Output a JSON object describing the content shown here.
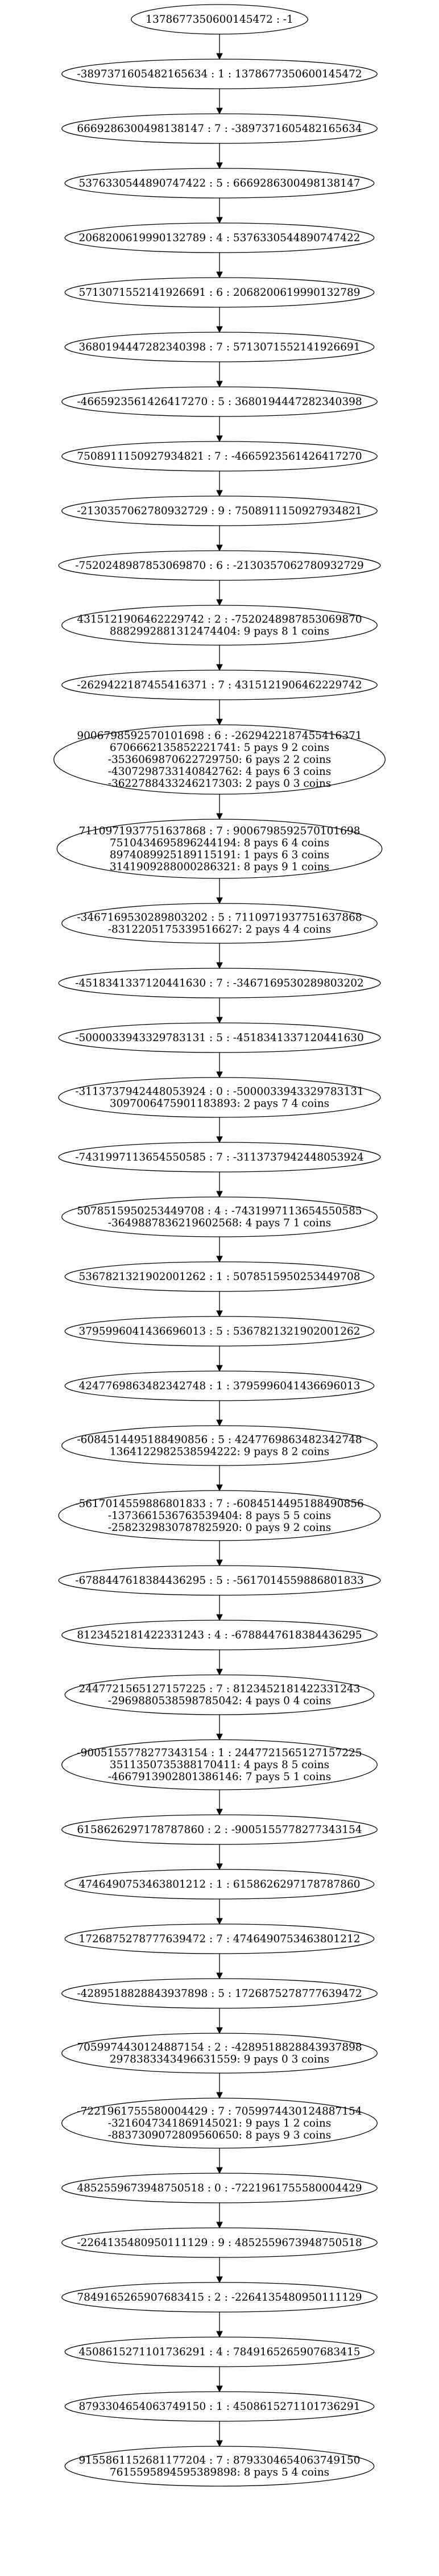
{
  "diagram": {
    "nodes": [
      {
        "lines": [
          "1378677350600145472 : -1"
        ]
      },
      {
        "lines": [
          "-3897371605482165634 : 1 : 1378677350600145472"
        ]
      },
      {
        "lines": [
          "6669286300498138147 : 7 : -3897371605482165634"
        ]
      },
      {
        "lines": [
          "5376330544890747422 : 5 : 6669286300498138147"
        ]
      },
      {
        "lines": [
          "2068200619990132789 : 4 : 5376330544890747422"
        ]
      },
      {
        "lines": [
          "5713071552141926691 : 6 : 2068200619990132789"
        ]
      },
      {
        "lines": [
          "3680194447282340398 : 7 : 5713071552141926691"
        ]
      },
      {
        "lines": [
          "-4665923561426417270 : 5 : 3680194447282340398"
        ]
      },
      {
        "lines": [
          "7508911150927934821 : 7 : -4665923561426417270"
        ]
      },
      {
        "lines": [
          "-2130357062780932729 : 9 : 7508911150927934821"
        ]
      },
      {
        "lines": [
          "-7520248987853069870 : 6 : -2130357062780932729"
        ]
      },
      {
        "lines": [
          "4315121906462229742 : 2 : -7520248987853069870",
          "8882992881312474404: 9 pays 8 1 coins"
        ]
      },
      {
        "lines": [
          "-2629422187455416371 : 7 : 4315121906462229742"
        ]
      },
      {
        "lines": [
          "9006798592570101698 : 6 : -2629422187455416371",
          "6706662135852221741: 5 pays 9 2 coins",
          "-3536069870622729750: 6 pays 2 2 coins",
          "-4307298733140842762: 4 pays 6 3 coins",
          "-3622788433246217303: 2 pays 0 3 coins"
        ]
      },
      {
        "lines": [
          "7110971937751637868 : 7 : 9006798592570101698",
          "7510434695896244194: 8 pays 6 4 coins",
          "8974089925189115191: 1 pays 6 3 coins",
          "3141909288000286321: 8 pays 9 1 coins"
        ]
      },
      {
        "lines": [
          "-3467169530289803202 : 5 : 7110971937751637868",
          "-8312205175339516627: 2 pays 4 4 coins"
        ]
      },
      {
        "lines": [
          "-4518341337120441630 : 7 : -3467169530289803202"
        ]
      },
      {
        "lines": [
          "-5000033943329783131 : 5 : -4518341337120441630"
        ]
      },
      {
        "lines": [
          "-3113737942448053924 : 0 : -5000033943329783131",
          "3097006475901183893: 2 pays 7 4 coins"
        ]
      },
      {
        "lines": [
          "-7431997113654550585 : 7 : -3113737942448053924"
        ]
      },
      {
        "lines": [
          "5078515950253449708 : 4 : -7431997113654550585",
          "-3649887836219602568: 4 pays 7 1 coins"
        ]
      },
      {
        "lines": [
          "5367821321902001262 : 1 : 5078515950253449708"
        ]
      },
      {
        "lines": [
          "3795996041436696013 : 5 : 5367821321902001262"
        ]
      },
      {
        "lines": [
          "4247769863482342748 : 1 : 3795996041436696013"
        ]
      },
      {
        "lines": [
          "-6084514495188490856 : 5 : 4247769863482342748",
          "1364122982538594222: 9 pays 8 2 coins"
        ]
      },
      {
        "lines": [
          "-5617014559886801833 : 7 : -6084514495188490856",
          "-1373661536763539404: 8 pays 5 5 coins",
          "-2582329830787825920: 0 pays 9 2 coins"
        ]
      },
      {
        "lines": [
          "-6788447618384436295 : 5 : -5617014559886801833"
        ]
      },
      {
        "lines": [
          "8123452181422331243 : 4 : -6788447618384436295"
        ]
      },
      {
        "lines": [
          "2447721565127157225 : 7 : 8123452181422331243",
          "-2969880538598785042: 4 pays 0 4 coins"
        ]
      },
      {
        "lines": [
          "-9005155778277343154 : 1 : 2447721565127157225",
          "3511350735388170411: 4 pays 8 5 coins",
          "-4667913902801386146: 7 pays 5 1 coins"
        ]
      },
      {
        "lines": [
          "6158626297178787860 : 2 : -9005155778277343154"
        ]
      },
      {
        "lines": [
          "4746490753463801212 : 1 : 6158626297178787860"
        ]
      },
      {
        "lines": [
          "1726875278777639472 : 7 : 4746490753463801212"
        ]
      },
      {
        "lines": [
          "-4289518828843937898 : 5 : 1726875278777639472"
        ]
      },
      {
        "lines": [
          "7059974430124887154 : 2 : -4289518828843937898",
          "2978383343496631559: 9 pays 0 3 coins"
        ]
      },
      {
        "lines": [
          "-7221961755580004429 : 7 : 7059974430124887154",
          "-3216047341869145021: 9 pays 1 2 coins",
          "-8837309072809560650: 8 pays 9 3 coins"
        ]
      },
      {
        "lines": [
          "4852559673948750518 : 0 : -7221961755580004429"
        ]
      },
      {
        "lines": [
          "-2264135480950111129 : 9 : 4852559673948750518"
        ]
      },
      {
        "lines": [
          "7849165265907683415 : 2 : -2264135480950111129"
        ]
      },
      {
        "lines": [
          "4508615271101736291 : 4 : 7849165265907683415"
        ]
      },
      {
        "lines": [
          "8793304654063749150 : 1 : 4508615271101736291"
        ]
      },
      {
        "lines": [
          "9155861152681177204 : 7 : 8793304654063749150",
          "7615595894595389898: 8 pays 5 4 coins"
        ]
      }
    ]
  }
}
